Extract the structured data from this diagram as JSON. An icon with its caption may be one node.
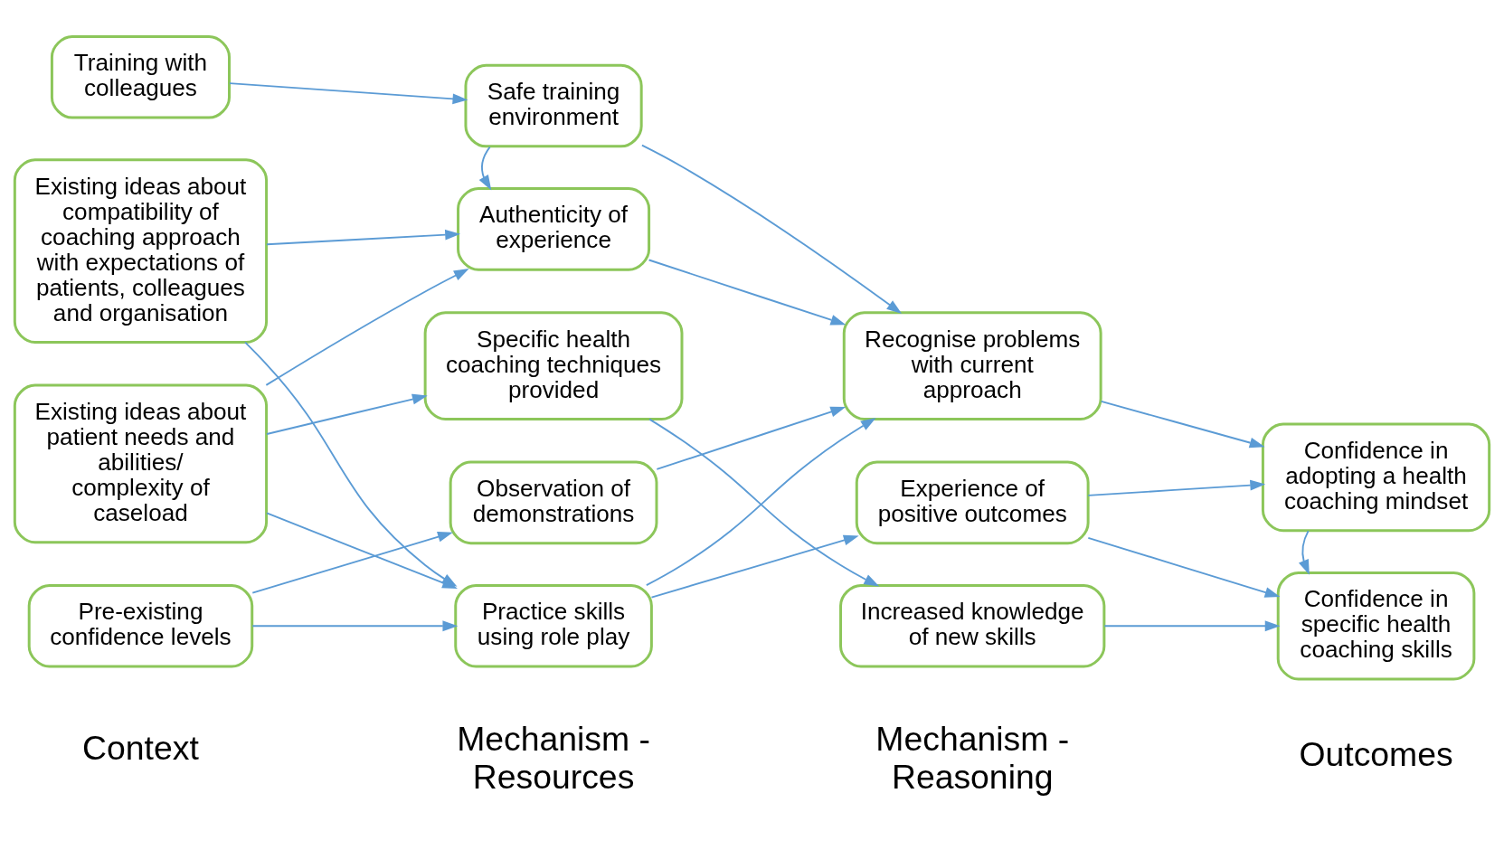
{
  "diagram": {
    "nodes": [
      {
        "text": [
          "Training with colleagues"
        ]
      },
      {
        "text": [
          "Existing ideas about compatibility of coaching approach with expectations of patients, colleagues and organisation"
        ]
      },
      {
        "text": [
          "Existing ideas about patient needs and abilities/ complexity of caseload"
        ]
      },
      {
        "text": [
          "Pre-existing confidence levels"
        ]
      },
      {
        "text": [
          "Safe training environment"
        ]
      },
      {
        "text": [
          "Authenticity of experience"
        ]
      },
      {
        "text": [
          "Specific health coaching techniques provided"
        ]
      },
      {
        "text": [
          "Observation of demonstrations"
        ]
      },
      {
        "text": [
          "Practice skills using role play"
        ]
      },
      {
        "text": [
          "Recognise problems with current approach"
        ]
      },
      {
        "text": [
          "Experience of positive outcomes"
        ]
      },
      {
        "text": [
          "Increased knowledge of new skills"
        ]
      },
      {
        "text": [
          "Confidence in adopting a health coaching mindset"
        ]
      },
      {
        "text": [
          "Confidence in specific health coaching skills"
        ]
      }
    ],
    "edges": [
      {
        "from": 0,
        "to": 4,
        "arrow": "to"
      },
      {
        "from": 4,
        "to": 5,
        "arrow": "to"
      },
      {
        "from": 4,
        "to": 9,
        "arrow": "to"
      },
      {
        "from": 1,
        "to": 5,
        "arrow": "to"
      },
      {
        "from": 1,
        "to": 8,
        "arrow": "to"
      },
      {
        "from": 2,
        "to": 5,
        "arrow": "to"
      },
      {
        "from": 2,
        "to": 6,
        "arrow": "to"
      },
      {
        "from": 2,
        "to": 8,
        "arrow": "to"
      },
      {
        "from": 3,
        "to": 7,
        "arrow": "to"
      },
      {
        "from": 3,
        "to": 8,
        "arrow": "to"
      },
      {
        "from": 5,
        "to": 9,
        "arrow": "to"
      },
      {
        "from": 6,
        "to": 11,
        "arrow": "to"
      },
      {
        "from": 7,
        "to": 9,
        "arrow": "to"
      },
      {
        "from": 8,
        "to": 9,
        "arrow": "to"
      },
      {
        "from": 8,
        "to": 10,
        "arrow": "to"
      },
      {
        "from": 9,
        "to": 12,
        "arrow": "to"
      },
      {
        "from": 10,
        "to": 12,
        "arrow": "to"
      },
      {
        "from": 10,
        "to": 13,
        "arrow": "to"
      },
      {
        "from": 11,
        "to": 13,
        "arrow": "to"
      },
      {
        "from": 12,
        "to": 13,
        "arrow": "to"
      }
    ],
    "labels": [
      "Context",
      "Mechanism - Resources",
      "Mechanism - Reasoning",
      "Outcomes"
    ]
  }
}
